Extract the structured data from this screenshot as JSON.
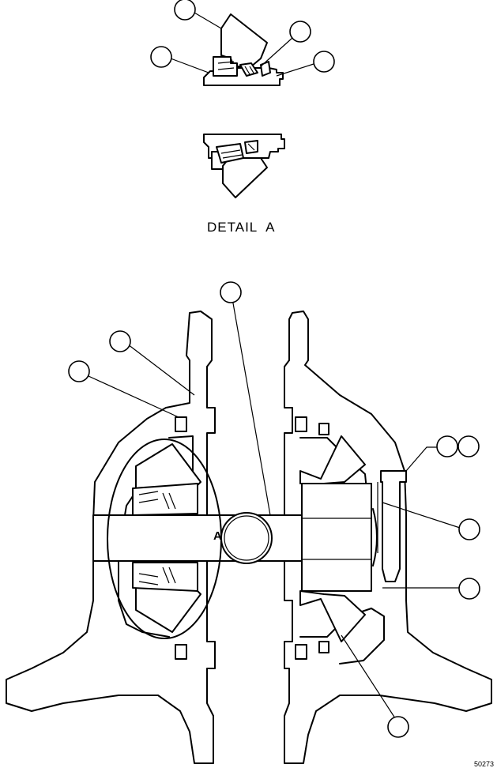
{
  "detail_label": "DETAIL  A",
  "section_letter": "A",
  "figure_code": "50273",
  "callouts": [
    "",
    "",
    "",
    "",
    "",
    "",
    "",
    "",
    "",
    "",
    "",
    "",
    ""
  ]
}
